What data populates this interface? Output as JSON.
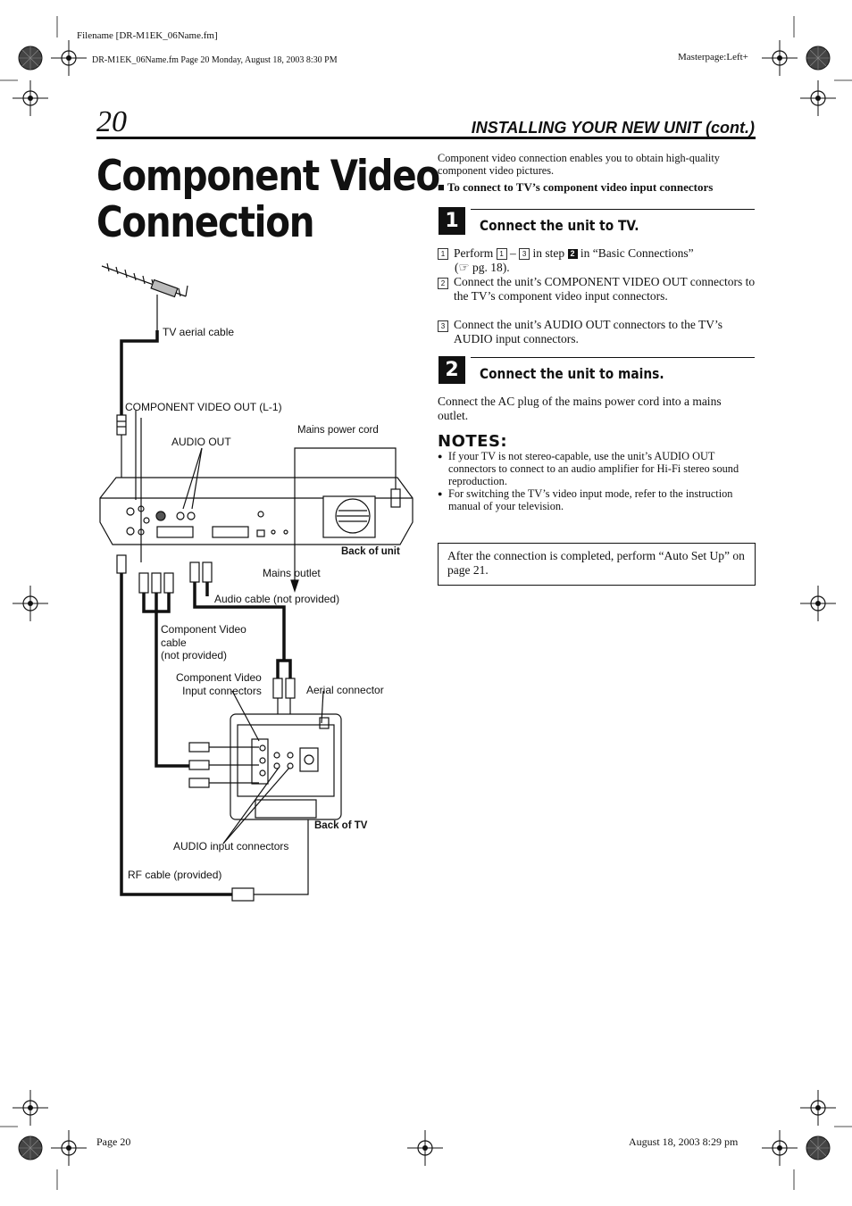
{
  "header": {
    "filename": "Filename [DR-M1EK_06Name.fm]",
    "fileinfo": "DR-M1EK_06Name.fm  Page 20  Monday, August 18, 2003  8:30 PM",
    "masterpage": "Masterpage:Left+"
  },
  "page": {
    "number": "20",
    "section": "INSTALLING YOUR NEW UNIT (cont.)",
    "title_line1": "Component Video",
    "title_line2": "Connection"
  },
  "intro": {
    "text": "Component video connection enables you to obtain high-quality component video pictures.",
    "subhead_marker": "■",
    "subhead": "To connect to TV’s component video input connectors"
  },
  "steps": [
    {
      "number": "1",
      "heading": "Connect the unit to TV.",
      "items": [
        {
          "num": "1",
          "line1_a": "Perform",
          "ref_from": "1",
          "dash": "–",
          "ref_to": "3",
          "line1_b": "in step",
          "step_ref": "2",
          "line1_c": "in “Basic Connections”",
          "line2": "(☞ pg. 18)."
        },
        {
          "num": "2",
          "text": "Connect the unit’s COMPONENT VIDEO OUT connectors to the TV’s component video input connectors."
        },
        {
          "num": "3",
          "text": "Connect the unit’s AUDIO OUT connectors to the TV’s AUDIO input connectors."
        }
      ]
    },
    {
      "number": "2",
      "heading": "Connect the unit to mains.",
      "text": "Connect the AC plug of the mains power cord into a mains outlet."
    }
  ],
  "notes": {
    "heading": "NOTES:",
    "bullet": "●",
    "items": [
      "If your TV is not stereo-capable, use the unit’s AUDIO OUT connectors to connect to an audio amplifier for Hi-Fi stereo sound reproduction.",
      "For switching the TV’s video input mode, refer to the instruction manual of your television."
    ]
  },
  "info_box": "After the connection is completed, perform “Auto Set Up” on page 21.",
  "diagram": {
    "labels": {
      "tv_aerial_cable": "TV aerial cable",
      "component_video_out": "COMPONENT VIDEO OUT",
      "component_video_out_suffix": "(L-1)",
      "audio_out": "AUDIO OUT",
      "mains_power_cord": "Mains power cord",
      "back_of_unit": "Back of unit",
      "mains_outlet": "Mains outlet",
      "audio_cable": "Audio cable (not provided)",
      "component_cable_1": "Component Video",
      "component_cable_2": "cable",
      "component_cable_3": "(not provided)",
      "component_input_1": "Component Video",
      "component_input_2": "Input connectors",
      "aerial_connector": "Aerial connector",
      "back_of_tv": "Back of TV",
      "audio_input_connectors": "AUDIO input connectors",
      "rf_cable": "RF cable (provided)"
    }
  },
  "footer": {
    "page": "Page 20",
    "date": "August 18, 2003 8:29 pm"
  }
}
